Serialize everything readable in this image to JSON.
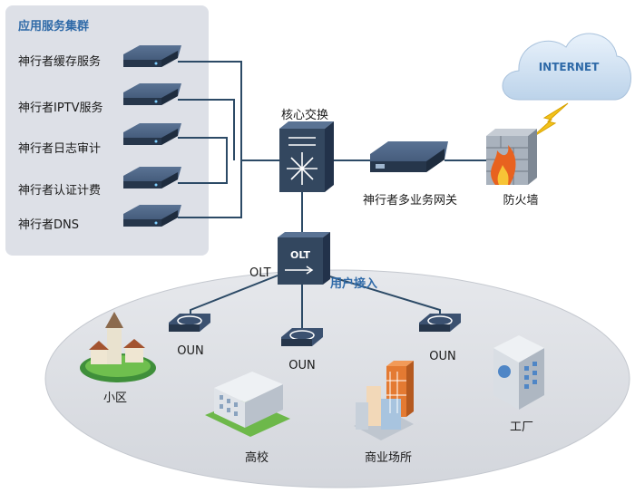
{
  "app_cluster": {
    "title": "应用服务集群",
    "servers": [
      "神行者缓存服务",
      "神行者IPTV服务",
      "神行者日志审计",
      "神行者认证计费",
      "神行者DNS"
    ]
  },
  "core_switch": {
    "label": "核心交换"
  },
  "gateway": {
    "label": "神行者多业务网关"
  },
  "firewall": {
    "label": "防火墙"
  },
  "internet": {
    "label": "INTERNET"
  },
  "olt": {
    "label": "OLT",
    "device_text": "OLT"
  },
  "user_access": {
    "label": "用户接入"
  },
  "oun_nodes": [
    "OUN",
    "OUN",
    "OUN"
  ],
  "sites": {
    "community": "小区",
    "school": "高校",
    "commercial": "商业场所",
    "factory": "工厂"
  },
  "colors": {
    "panel_bg": "#dde0e7",
    "ellipse_bg": "#dcdee3",
    "line": "#2c4a66",
    "device_dark": "#2d3e55",
    "accent_blue": "#2f6aa8",
    "cloud": "#cfe0f2"
  }
}
